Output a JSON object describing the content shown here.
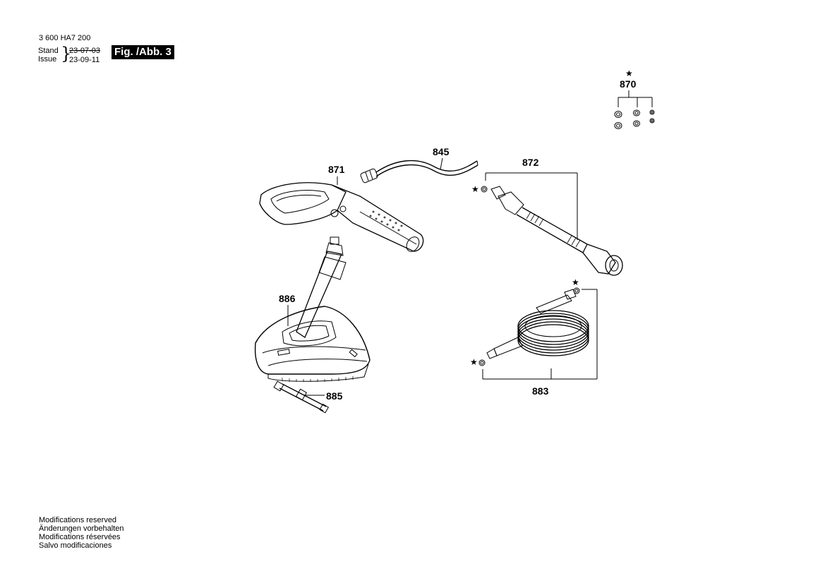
{
  "header": {
    "part_number": "3 600 HA7 200",
    "stand_label": "Stand",
    "issue_label": "Issue",
    "stand_date": "23-07-03",
    "issue_date": "23-09-11",
    "figure_label": "Fig. /Abb. 3"
  },
  "parts": {
    "p870": "870",
    "p845": "845",
    "p871": "871",
    "p872": "872",
    "p886": "886",
    "p885": "885",
    "p883": "883",
    "star": "★"
  },
  "footer": {
    "lines": [
      "Modifications reserved",
      "Änderungen vorbehalten",
      "Modifications réservées",
      "Salvo modificaciones"
    ]
  }
}
